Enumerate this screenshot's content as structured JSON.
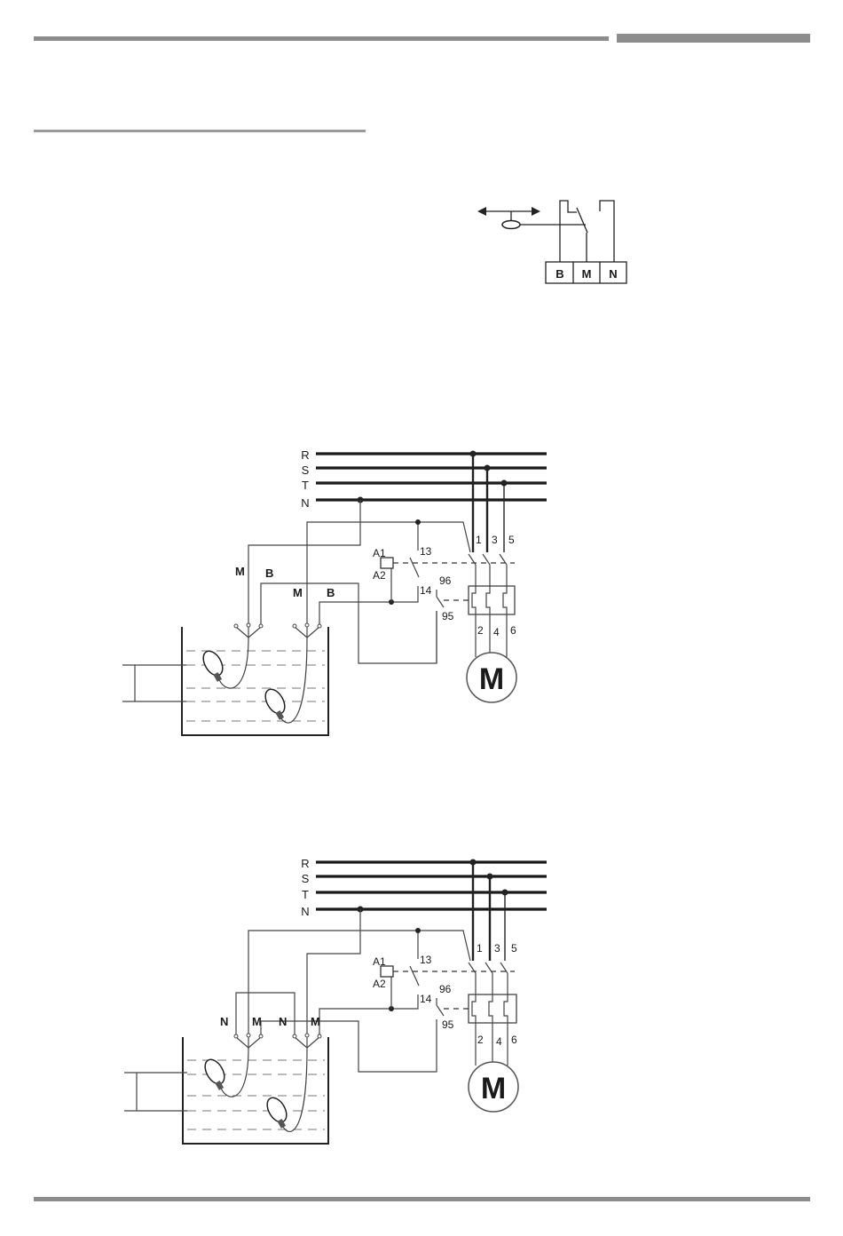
{
  "colors": {
    "rule": "#8c8c8c",
    "ink": "#1a1a1a"
  },
  "switch_symbol": {
    "terminals": [
      "B",
      "M",
      "N"
    ]
  },
  "diagram1": {
    "bus": [
      "R",
      "S",
      "T",
      "N"
    ],
    "contactor": {
      "coil_top": "A1",
      "coil_bottom": "A2",
      "aux_top": "13",
      "aux_bottom": "14"
    },
    "overload": {
      "nc_top": "96",
      "nc_bottom": "95"
    },
    "poles_in": [
      "1",
      "3",
      "5"
    ],
    "poles_out": [
      "2",
      "4",
      "6"
    ],
    "motor": "M",
    "float1_labels": [
      "M",
      "B"
    ],
    "float2_labels": [
      "M",
      "B"
    ]
  },
  "diagram2": {
    "bus": [
      "R",
      "S",
      "T",
      "N"
    ],
    "contactor": {
      "coil_top": "A1",
      "coil_bottom": "A2",
      "aux_top": "13",
      "aux_bottom": "14"
    },
    "overload": {
      "nc_top": "96",
      "nc_bottom": "95"
    },
    "poles_in": [
      "1",
      "3",
      "5"
    ],
    "poles_out": [
      "2",
      "4",
      "6"
    ],
    "motor": "M",
    "float1_labels": [
      "N",
      "M"
    ],
    "float2_labels": [
      "N",
      "M"
    ]
  }
}
